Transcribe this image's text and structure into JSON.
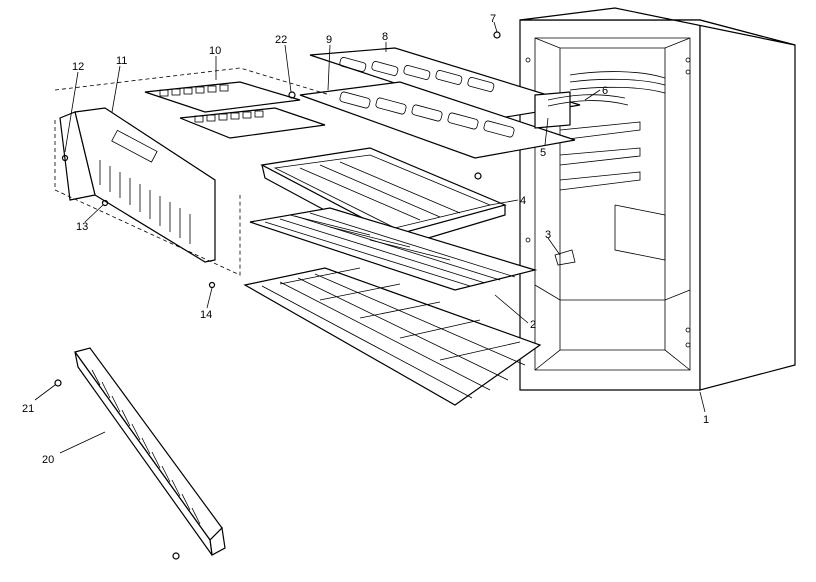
{
  "callouts": [
    {
      "id": "1",
      "label": "1"
    },
    {
      "id": "2",
      "label": "2"
    },
    {
      "id": "3",
      "label": "3"
    },
    {
      "id": "4",
      "label": "4"
    },
    {
      "id": "5",
      "label": "5"
    },
    {
      "id": "6",
      "label": "6"
    },
    {
      "id": "7",
      "label": "7"
    },
    {
      "id": "8",
      "label": "8"
    },
    {
      "id": "9",
      "label": "9"
    },
    {
      "id": "10",
      "label": "10"
    },
    {
      "id": "11",
      "label": "11"
    },
    {
      "id": "12",
      "label": "12"
    },
    {
      "id": "13",
      "label": "13"
    },
    {
      "id": "14",
      "label": "14"
    },
    {
      "id": "20",
      "label": "20"
    },
    {
      "id": "21",
      "label": "21"
    },
    {
      "id": "22",
      "label": "22"
    }
  ]
}
